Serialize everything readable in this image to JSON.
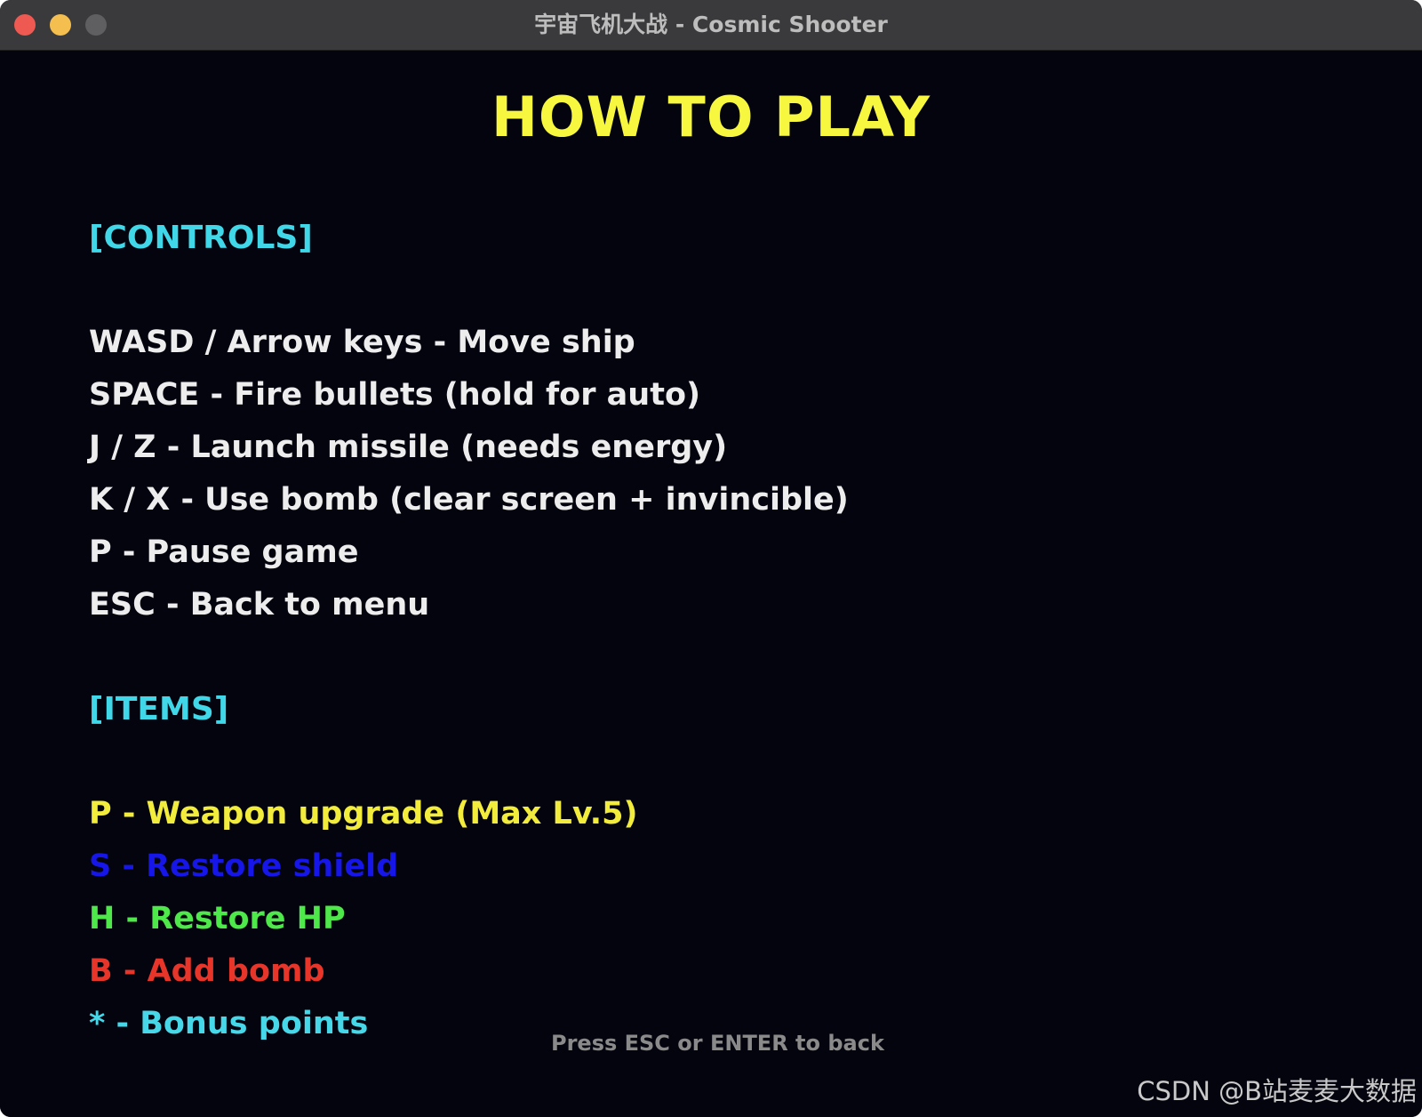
{
  "window": {
    "title": "宇宙飞机大战 - Cosmic Shooter",
    "traffic_lights": {
      "close": "#ee5a52",
      "minimize": "#f4bf4f",
      "maximize": "#5f5f61"
    }
  },
  "screen": {
    "heading": "HOW TO PLAY",
    "heading_color": "#f7f740",
    "section_color": "#40d8e8",
    "controls": {
      "header": "[CONTROLS]",
      "color": "#ededed",
      "lines": [
        "WASD / Arrow keys - Move ship",
        "SPACE - Fire bullets (hold for auto)",
        "J / Z - Launch missile (needs energy)",
        "K / X - Use bomb (clear screen + invincible)",
        "P - Pause game",
        "ESC - Back to menu"
      ]
    },
    "items": {
      "header": "[ITEMS]",
      "lines": [
        {
          "text": "P - Weapon upgrade (Max Lv.5)",
          "color": "#f2ec3c"
        },
        {
          "text": "S - Restore shield",
          "color": "#1616e8"
        },
        {
          "text": "H - Restore HP",
          "color": "#4ee84a"
        },
        {
          "text": "B - Add bomb",
          "color": "#e8352a"
        },
        {
          "text": "* - Bonus points",
          "color": "#46d8e8"
        }
      ]
    },
    "footer_hint": "Press ESC or ENTER to back"
  },
  "watermark": "CSDN @B站麦麦大数据"
}
